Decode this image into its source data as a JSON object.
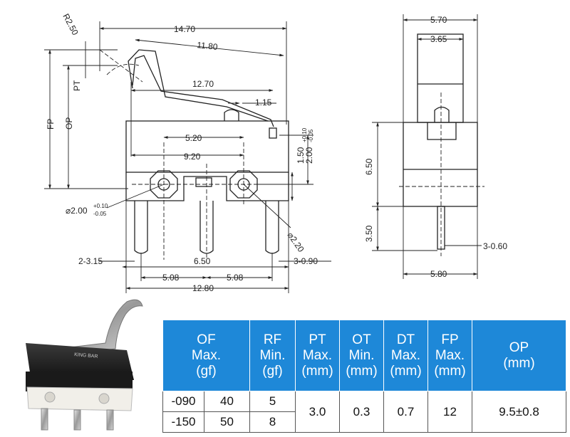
{
  "front_view": {
    "dims": {
      "radius": "R2.50",
      "overall_arm": "14.70",
      "lever_len": "11.80",
      "roller_pos": "12.70",
      "tip": "1.15",
      "pin_spacing_a": "5.20",
      "pin_spacing_b": "9.20",
      "height_a": "1.50",
      "height_b_base": "2.00",
      "height_b_sup": "+0.10",
      "height_b_sub": "-0.05",
      "hole_base": "⌀2.00",
      "hole_sup": "+0.10",
      "hole_sub": "-0.05",
      "hole_b": "⌀2.20",
      "pin_width": "2-3.15",
      "pin_mid": "6.50",
      "pitch_left": "5.08",
      "pitch_right": "5.08",
      "pin_thick": "3-0.90",
      "body_len": "12.80"
    },
    "labels": {
      "pt": "PT",
      "op": "OP",
      "fp": "FP"
    }
  },
  "side_view": {
    "dims": {
      "top_width": "5.70",
      "actuator_width": "3.65",
      "body_height": "6.50",
      "pin_len": "3.50",
      "pin_thick": "3-0.60",
      "bottom_width": "5.80"
    }
  },
  "photo": {
    "engraving": "KING BAR"
  },
  "spec_table": {
    "headers": {
      "of": [
        "OF",
        "Max.",
        "(gf)"
      ],
      "rf": [
        "RF",
        "Min.",
        "(gf)"
      ],
      "pt": [
        "PT",
        "Max.",
        "(mm)"
      ],
      "ot": [
        "OT",
        "Min.",
        "(mm)"
      ],
      "dt": [
        "DT",
        "Max.",
        "(mm)"
      ],
      "fp": [
        "FP",
        "Max.",
        "(mm)"
      ],
      "op": [
        "OP",
        "(mm)"
      ]
    },
    "rows": [
      {
        "model": "-090",
        "of": "40",
        "rf": "5"
      },
      {
        "model": "-150",
        "of": "50",
        "rf": "8"
      }
    ],
    "shared": {
      "pt": "3.0",
      "ot": "0.3",
      "dt": "0.7",
      "fp": "12",
      "op": "9.5±0.8"
    },
    "colors": {
      "header_bg": "#1e88d8",
      "header_text": "#ffffff"
    }
  }
}
